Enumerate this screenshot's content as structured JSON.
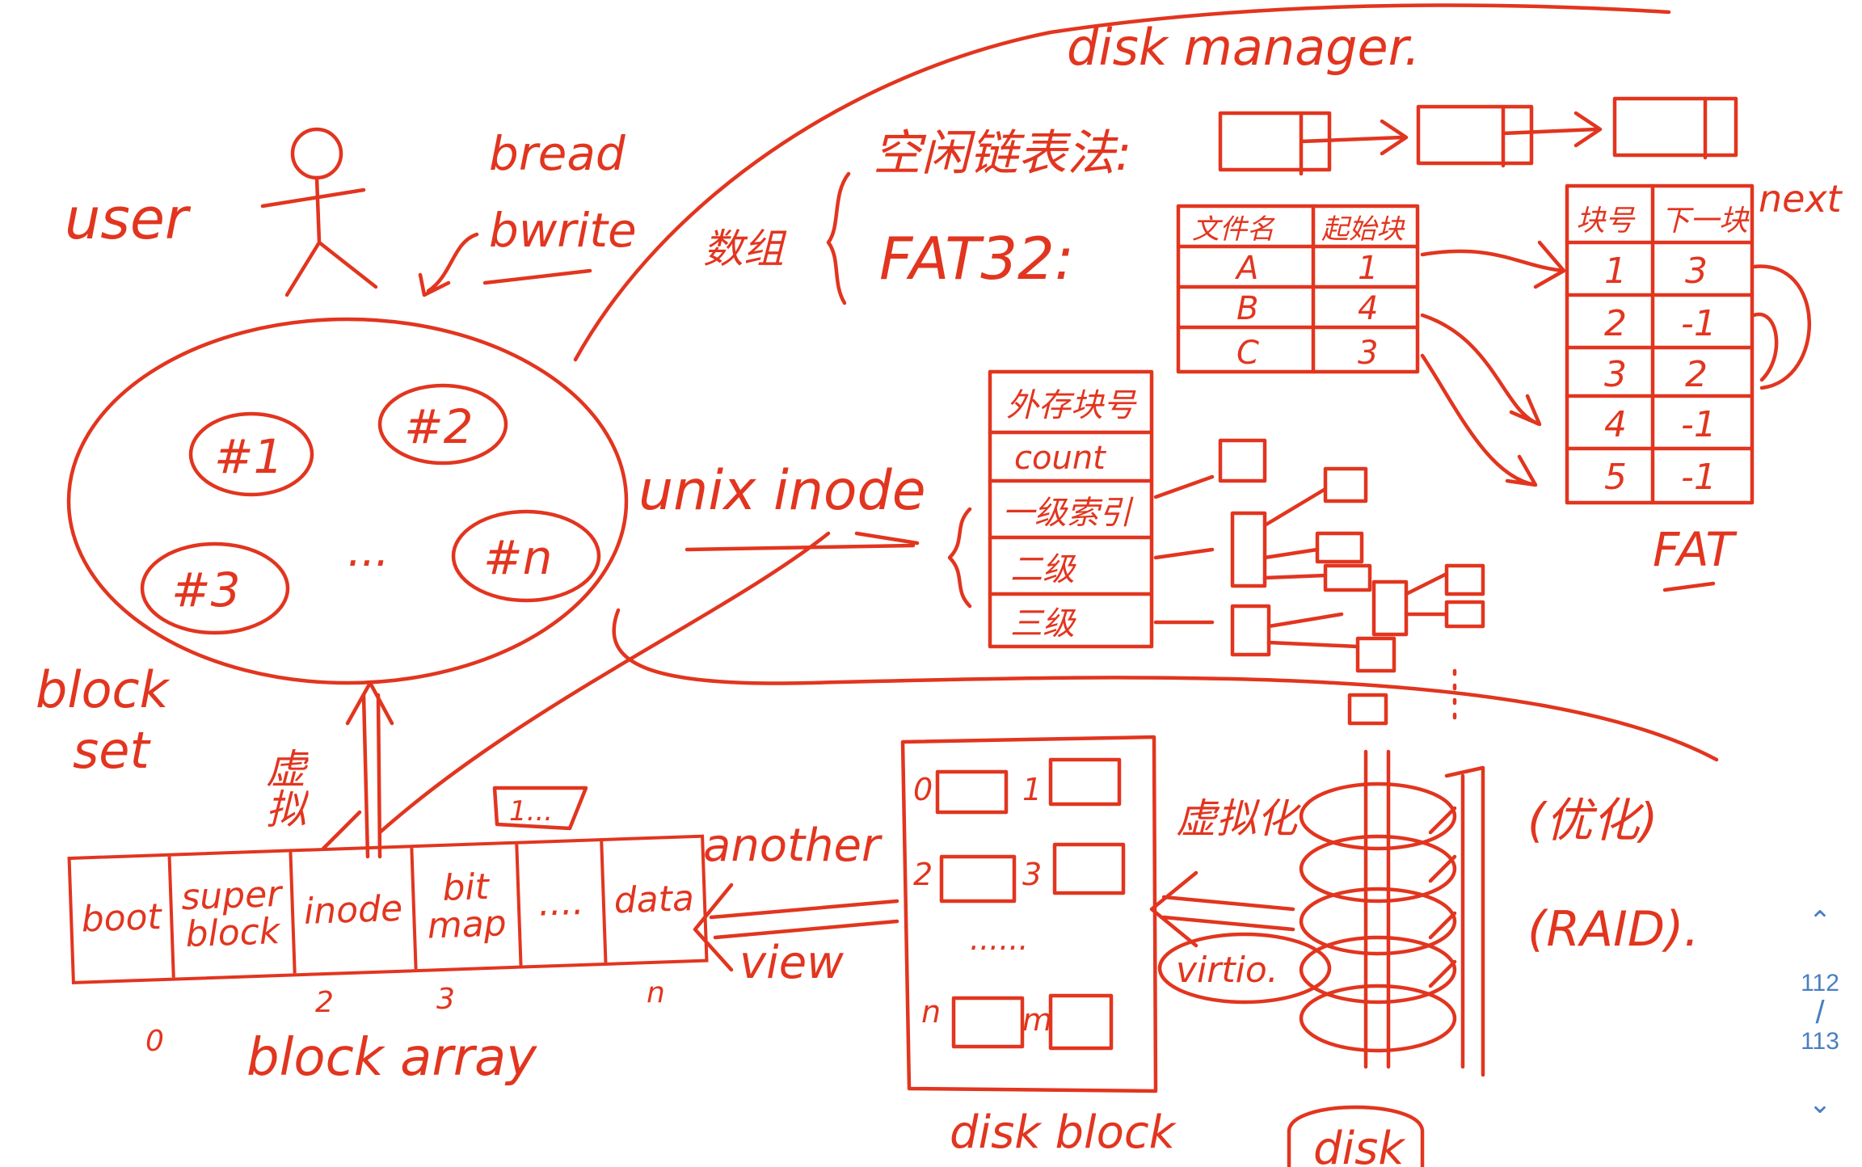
{
  "title": "disk manager.",
  "user": {
    "label": "user",
    "bread": "bread",
    "bwrite": "bwrite"
  },
  "block_set": {
    "label_1": "block",
    "label_2": "set",
    "blocks": [
      "#1",
      "#2",
      "#3",
      "...",
      "#n"
    ]
  },
  "virtual_label": "虚拟",
  "block_array": {
    "cells": [
      "boot",
      "super block",
      "inode",
      "bit map",
      "....",
      "data"
    ],
    "indices": [
      "0",
      "2",
      "3",
      "n"
    ],
    "label": "block array",
    "small_box": "1..."
  },
  "another_view": {
    "line1": "another",
    "line2": "view"
  },
  "disk_block": {
    "label": "disk block",
    "rows": [
      [
        "0",
        "1"
      ],
      [
        "2",
        "3"
      ],
      [
        "......",
        ""
      ],
      [
        "n",
        "m"
      ]
    ]
  },
  "virtualization": {
    "label": "虚拟化",
    "virtio": "virtio."
  },
  "disk": {
    "label": "disk",
    "optimize": "(优化)",
    "raid": "(RAID)."
  },
  "array_label": "数组",
  "free_list": {
    "label": "空闲链表法:"
  },
  "fat32": {
    "label": "FAT32:",
    "file_table": {
      "headers": [
        "文件名",
        "起始块"
      ],
      "rows": [
        [
          "A",
          "1"
        ],
        [
          "B",
          "4"
        ],
        [
          "C",
          "3"
        ]
      ]
    },
    "fat_table": {
      "headers": [
        "块号",
        "下一块"
      ],
      "rows": [
        [
          "1",
          "3"
        ],
        [
          "2",
          "-1"
        ],
        [
          "3",
          "2"
        ],
        [
          "4",
          "-1"
        ],
        [
          "5",
          "-1"
        ]
      ]
    },
    "next_label": "next",
    "fat_label": "FAT"
  },
  "unix_inode": {
    "label": "unix inode",
    "rows": [
      "外存块号",
      "count",
      "一级索引",
      "二级",
      "三级"
    ]
  },
  "pager": {
    "current": "112",
    "separator": "/",
    "total": "113"
  },
  "colors": {
    "ink": "#e2351f",
    "pager": "#4a7fc1",
    "background": "#ffffff"
  }
}
